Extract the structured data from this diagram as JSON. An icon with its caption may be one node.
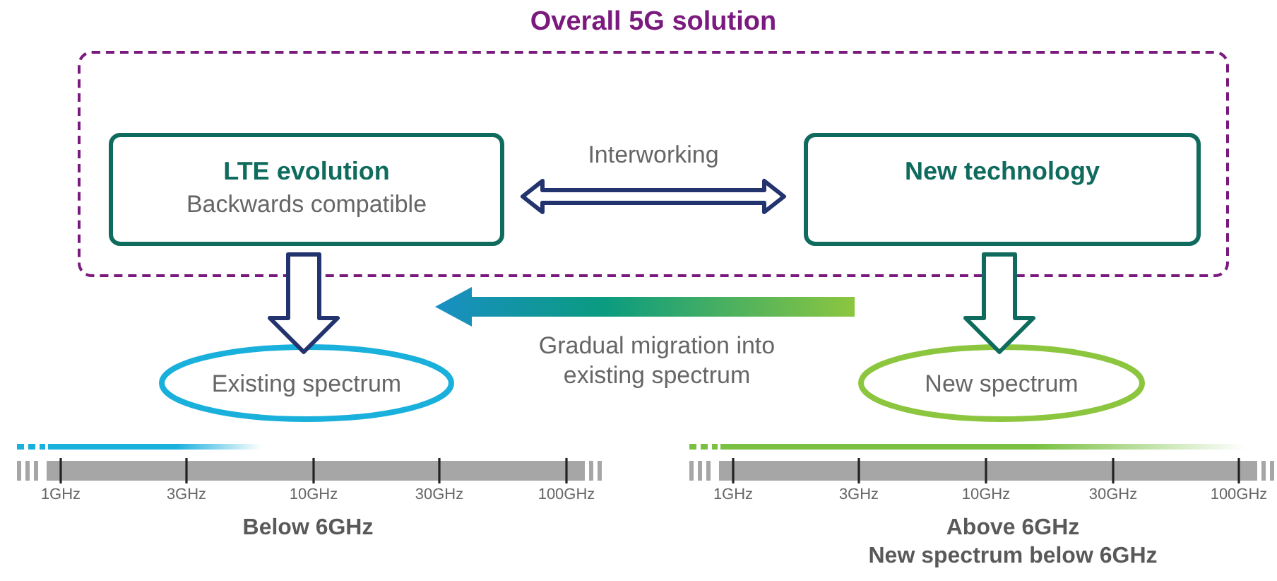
{
  "diagram": {
    "nodes": [
      {
        "text": [
          "Overall 5G solution"
        ]
      },
      {
        "text": [
          "LTE evolution",
          "Backwards compatible"
        ],
        "in": 0
      },
      {
        "text": [
          "New technology"
        ],
        "in": 0
      },
      {
        "text": [
          "Existing spectrum"
        ]
      },
      {
        "text": [
          "New spectrum"
        ]
      }
    ],
    "edges": [
      {
        "from": 1,
        "to": 2,
        "arrow": "both",
        "label": "Interworking"
      },
      {
        "from": 1,
        "to": 3,
        "arrow": "to"
      },
      {
        "from": 2,
        "to": 4,
        "arrow": "to",
        "color": "#0f6b5e"
      }
    ],
    "labels": [
      "Gradual migration into existing spectrum",
      "1GHz",
      "3GHz",
      "10GHz",
      "30GHz",
      "100GHz",
      "1GHz",
      "3GHz",
      "10GHz",
      "30GHz",
      "100GHz",
      "Below 6GHz",
      "Above 6GHz",
      "New spectrum below 6GHz"
    ]
  }
}
